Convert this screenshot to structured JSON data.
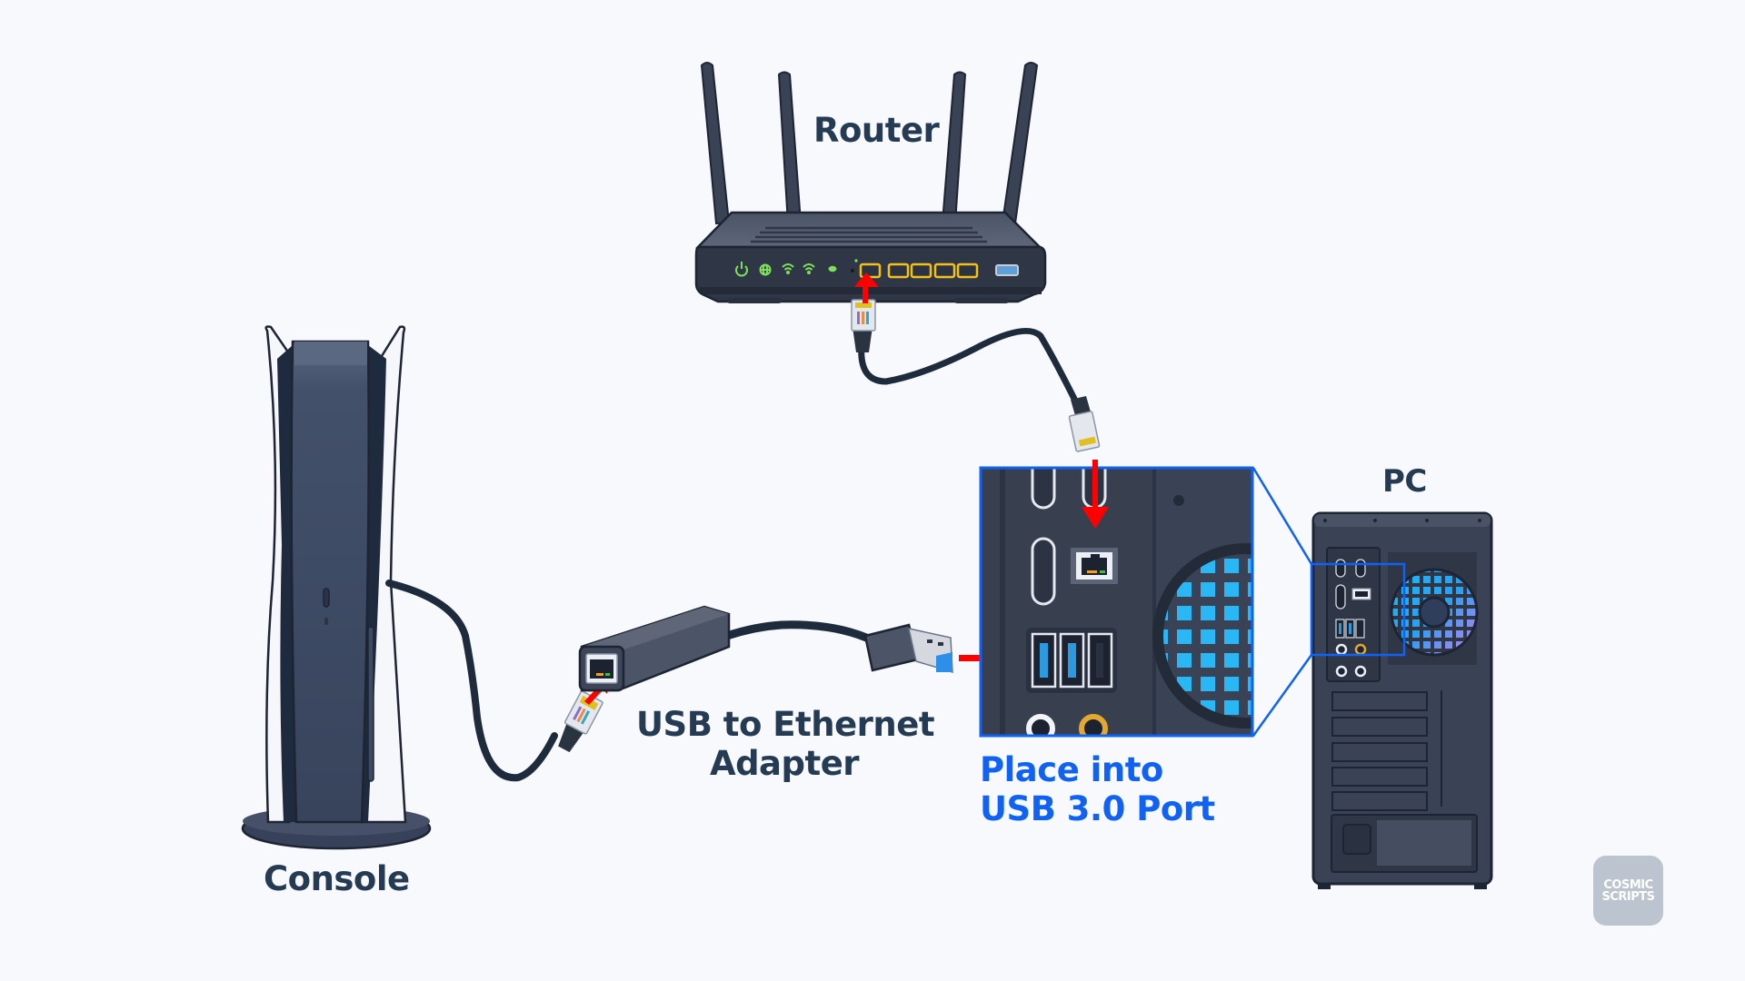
{
  "diagram": {
    "title": "Console to Router via PC USB-to-Ethernet Adapter",
    "labels": {
      "router": "Router",
      "console": "Console",
      "pc": "PC",
      "adapter_line1": "USB to Ethernet",
      "adapter_line2": "Adapter",
      "callout_line1": "Place into",
      "callout_line2": "USB 3.0 Port"
    },
    "colors": {
      "background": "#f7f9fd",
      "label": "#243b53",
      "callout": "#0f62f4",
      "arrow": "#ff0000",
      "device_dark": "#3a4356",
      "cable": "#1d2b3c",
      "port_highlight": "#f2c21b",
      "led_green": "#7ee05a",
      "usb_blue": "#2d9ae0"
    },
    "nodes": [
      {
        "id": "console",
        "label": "Console"
      },
      {
        "id": "adapter",
        "label": "USB to Ethernet Adapter"
      },
      {
        "id": "pc",
        "label": "PC"
      },
      {
        "id": "router",
        "label": "Router"
      }
    ],
    "connections": [
      {
        "from": "console",
        "to": "adapter",
        "type": "ethernet-cable"
      },
      {
        "from": "adapter",
        "to": "pc",
        "type": "usb-3.0",
        "note": "Place into USB 3.0 Port"
      },
      {
        "from": "router",
        "to": "pc",
        "type": "ethernet-cable"
      }
    ],
    "router_indicators": [
      "power-icon",
      "globe-icon",
      "wifi-icon",
      "wifi-icon",
      "status-led"
    ],
    "router_lan_ports": 5,
    "watermark": {
      "line1": "COSMIC",
      "line2": "SCRIPTS"
    }
  }
}
